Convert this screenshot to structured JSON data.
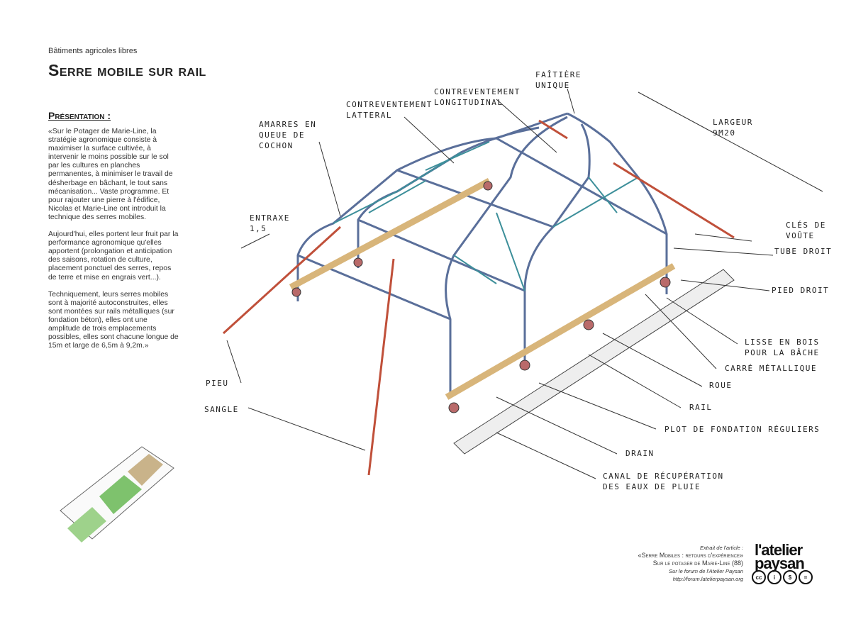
{
  "header": {
    "subtitle": "Bâtiments agricoles libres",
    "title": "Serre mobile sur rail"
  },
  "presentation": {
    "heading": "Présentation :",
    "paragraphs": [
      "«Sur le Potager de Marie-Line, la stratégie agronomique consiste à maximiser la surface cultivée, à intervenir le moins possible sur le sol par les cultures en planches permanentes, à minimiser le travail de désherbage en bâchant, le tout sans mécanisation... Vaste programme. Et pour rajouter une pierre à l'édifice, Nicolas et Marie-Line ont introduit la technique des serres mobiles.",
      "Aujourd'hui, elles portent leur fruit par la performance agronomique qu'elles apportent (prolongation et anticipation des saisons, rotation de culture, placement ponctuel des serres, repos de terre et mise en engrais vert...).",
      "Techniquement, leurs serres mobiles sont à majorité autoconstruites, elles sont montées sur rails métalliques (sur fondation béton), elles ont une amplitude de trois emplacements possibles, elles sont chacune longue de 15m et large de 6,5m à 9,2m.»"
    ]
  },
  "labels": {
    "faitiere": "Faîtière unique",
    "contrev_long": "Contreventement longitudinal",
    "contrev_lat": "Contreventement latteral",
    "amarres": "Amarres en queue de cochon",
    "largeur": "Largeur 9m20",
    "entraxe": "Entraxe 1,5",
    "cles": "Clés de voûte",
    "tube": "Tube droit",
    "pied": "Pied droit",
    "lisse": "Lisse en bois pour la bâche",
    "carre": "Carré métallique",
    "roue": "Roue",
    "rail": "Rail",
    "plot": "Plot de fondation réguliers",
    "drain": "Drain",
    "canal": "Canal de récupération des eaux de pluie",
    "pieu": "Pieu",
    "sangle": "Sangle"
  },
  "credit": {
    "line1": "Extrait de l'article :",
    "line2": "«Serre Mobiles : retours d'expérience»",
    "line3": "Sur le potager de Marie-Line (88)",
    "line4": "Sur le forum de l'Atelier Paysan",
    "line5": "http://forum.latelierpaysan.org"
  },
  "logo": {
    "line1": "l'atelier",
    "line2": "paysan",
    "cc": [
      "cc",
      "i",
      "$",
      "="
    ]
  },
  "colors": {
    "frame": "#5a6f9a",
    "brace": "#3d8f9a",
    "wood": "#d8b57a",
    "strap": "#c0503a"
  }
}
